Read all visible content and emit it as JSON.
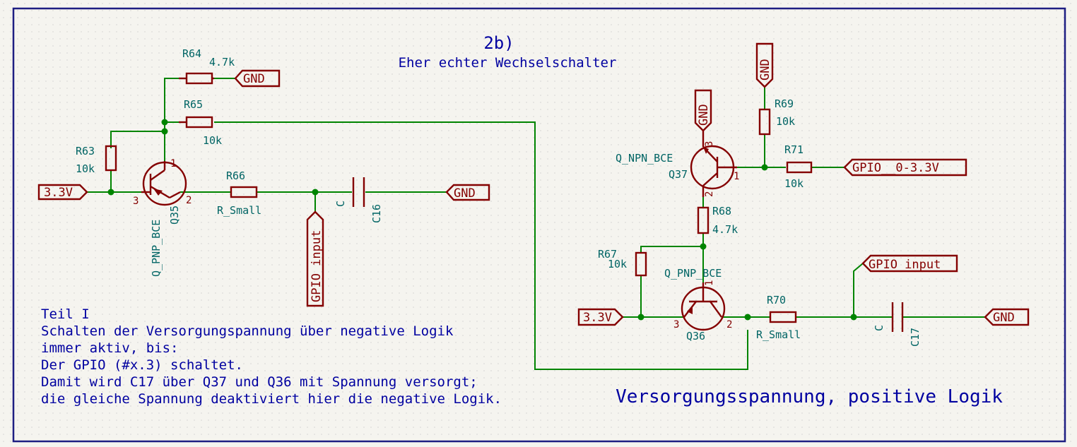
{
  "title": "2b)",
  "subtitle": "Eher echter Wechselschalter",
  "heading_right": "Versorgungsspannung, positive Logik",
  "note_lines": [
    "Teil I",
    "Schalten der Versorgungspannung über negative Logik",
    "immer aktiv,  bis:",
    "Der GPIO (#x.3) schaltet.",
    "Damit wird C17 über Q37 und Q36 mit Spannung versorgt;",
    "die gleiche Spannung deaktiviert hier die negative Logik."
  ],
  "left": {
    "r64_ref": "R64",
    "r64_val": "4.7k",
    "r65_ref": "R65",
    "r65_val": "10k",
    "r63_ref": "R63",
    "r63_val": "10k",
    "r66_ref": "R66",
    "r66_val": "R_Small",
    "q35_ref": "Q35",
    "q35_val": "Q_PNP_BCE",
    "c16_ref": "C16",
    "c16_val": "C",
    "gnd_top": "GND",
    "gnd_right": "GND",
    "vin": "3.3V",
    "gpio_input": "GPIO_input",
    "pin1": "1",
    "pin2": "2",
    "pin3": "3"
  },
  "right": {
    "q37_ref": "Q37",
    "q37_val": "Q_NPN_BCE",
    "q36_ref": "Q36",
    "q36_val": "Q_PNP_BCE",
    "r69_ref": "R69",
    "r69_val": "10k",
    "r71_ref": "R71",
    "r71_val": "10k",
    "r68_ref": "R68",
    "r68_val": "4.7k",
    "r67_ref": "R67",
    "r67_val": "10k",
    "r70_ref": "R70",
    "r70_val": "R_Small",
    "c17_ref": "C17",
    "c17_val": "C",
    "gnd_q37": "GND",
    "gnd_r69": "GND",
    "gnd_c17": "GND",
    "gpio_ctrl": "GPIO__0-3.3V",
    "gpio_input": "GPIO_input",
    "vin": "3.3V",
    "pin1": "1",
    "pin2": "2",
    "pin3": "3"
  },
  "colors": {
    "wire": "#008400",
    "symbol": "#840000",
    "value": "#006464",
    "note": "#0000a0",
    "frame": "#1e1e82"
  }
}
